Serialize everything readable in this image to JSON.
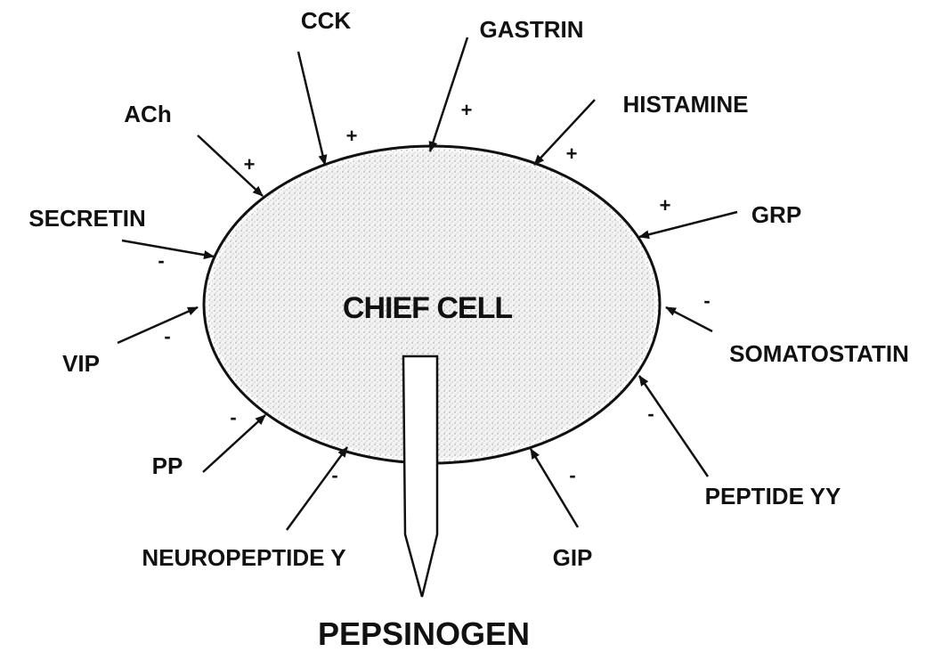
{
  "diagram": {
    "cell_label": "CHIEF CELL",
    "product_label": "PEPSINOGEN",
    "regulators": [
      {
        "id": "cck",
        "label": "CCK",
        "sign": "+"
      },
      {
        "id": "gastrin",
        "label": "GASTRIN",
        "sign": "+"
      },
      {
        "id": "histamine",
        "label": "HISTAMINE",
        "sign": "+"
      },
      {
        "id": "ach",
        "label": "ACh",
        "sign": "+"
      },
      {
        "id": "grp",
        "label": "GRP",
        "sign": "+"
      },
      {
        "id": "secretin",
        "label": "SECRETIN",
        "sign": "-"
      },
      {
        "id": "somatostatin",
        "label": "SOMATOSTATIN",
        "sign": "-"
      },
      {
        "id": "vip",
        "label": "VIP",
        "sign": "-"
      },
      {
        "id": "pp",
        "label": "PP",
        "sign": "-"
      },
      {
        "id": "peptide-yy",
        "label": "PEPTIDE YY",
        "sign": "-"
      },
      {
        "id": "neuropeptide-y",
        "label": "NEUROPEPTIDE Y",
        "sign": "-"
      },
      {
        "id": "gip",
        "label": "GIP",
        "sign": "-"
      }
    ]
  }
}
